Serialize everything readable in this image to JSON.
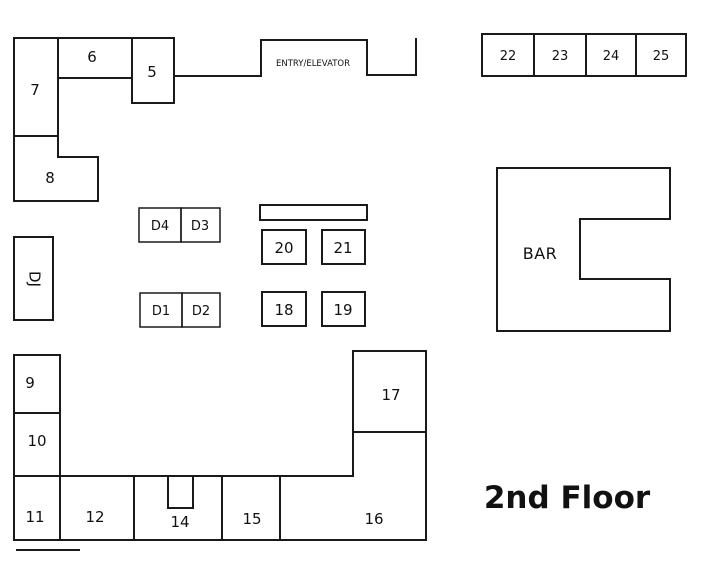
{
  "title": "2nd Floor",
  "entry_label": "ENTRY/ELEVATOR",
  "bar_label": "BAR",
  "dj_label": "DJ",
  "tables": {
    "t5": "5",
    "t6": "6",
    "t7": "7",
    "t8": "8",
    "t9": "9",
    "t10": "10",
    "t11": "11",
    "t12": "12",
    "t14": "14",
    "t15": "15",
    "t16": "16",
    "t17": "17",
    "t18": "18",
    "t19": "19",
    "t20": "20",
    "t21": "21",
    "t22": "22",
    "t23": "23",
    "t24": "24",
    "t25": "25"
  },
  "dance": {
    "d1": "D1",
    "d2": "D2",
    "d3": "D3",
    "d4": "D4"
  }
}
